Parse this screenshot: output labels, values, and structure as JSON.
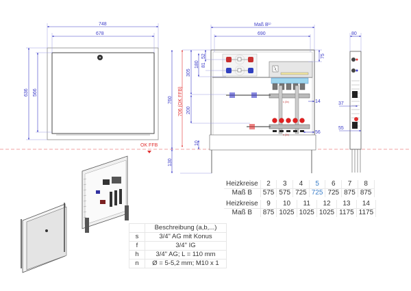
{
  "front_view": {
    "dims": {
      "outer_width": "748",
      "inner_width": "678",
      "outer_height": "636",
      "inner_height": "566"
    },
    "floor_label": "OK FFB"
  },
  "open_view": {
    "dims": {
      "width_label": "Maß B¹⁾",
      "inner_width": "690",
      "total_height": "760",
      "floor_height": "706 (OK FFB)",
      "h305": "305",
      "h180": "180",
      "h52": "52",
      "h81": "81",
      "h200": "200",
      "h75": "75",
      "h14": "14",
      "h56": "56",
      "h10": "10",
      "h130": "130"
    },
    "annotations": {
      "s_label_1": "s (3x)",
      "s_label_2": "s (3x)"
    }
  },
  "side_view": {
    "dims": {
      "depth": "80",
      "d37": "37",
      "d55": "55"
    }
  },
  "table_heizkreise": {
    "row_label_1": "Heizkreise",
    "row_label_2": "Maß B",
    "part1": {
      "circuits": [
        "2",
        "3",
        "4",
        "5",
        "6",
        "7",
        "8"
      ],
      "widths": [
        "575",
        "575",
        "725",
        "725",
        "725",
        "875",
        "875"
      ],
      "highlight_index": 3
    },
    "part2": {
      "circuits": [
        "9",
        "10",
        "11",
        "12",
        "13",
        "14"
      ],
      "widths": [
        "875",
        "1025",
        "1025",
        "1025",
        "1175",
        "1175"
      ]
    }
  },
  "description_table": {
    "header": "Beschreibung (a,b,...)",
    "rows": [
      {
        "key": "s",
        "value": "3/4\" AG mit Konus"
      },
      {
        "key": "f",
        "value": "3/4\" IG"
      },
      {
        "key": "h",
        "value": "3/4\" AG; L = 110 mm"
      },
      {
        "key": "n",
        "value": "Ø = 5-5,2 mm; M10 x 1"
      }
    ]
  },
  "colors": {
    "dimension": "#3a3ac8",
    "floor_line": "#e03030",
    "highlight": "#3a7ec8",
    "valve_red": "#e02020",
    "valve_blue": "#3040c0",
    "actuator_cyan": "#5ab8e0"
  }
}
